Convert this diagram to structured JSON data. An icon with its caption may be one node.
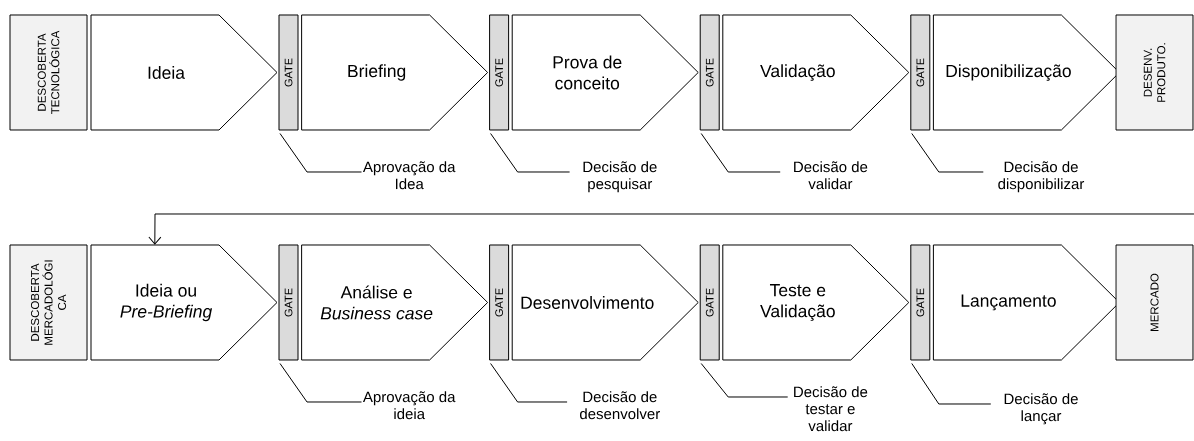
{
  "diagram": {
    "nodes": [
      {
        "text": [
          "DESCOBERTA TECNOLÓGICA"
        ]
      },
      {
        "text": [
          "Ideia"
        ]
      },
      {
        "text": [
          "GATE"
        ]
      },
      {
        "text": [
          "Briefing"
        ]
      },
      {
        "text": [
          "GATE"
        ]
      },
      {
        "text": [
          "Prova de conceito"
        ]
      },
      {
        "text": [
          "GATE"
        ]
      },
      {
        "text": [
          "Validação"
        ]
      },
      {
        "text": [
          "GATE"
        ]
      },
      {
        "text": [
          "Disponibilização"
        ]
      },
      {
        "text": [
          "DESENV. PRODUTO."
        ]
      },
      {
        "text": [
          "Aprovação da Idea"
        ]
      },
      {
        "text": [
          "Decisão de pesquisar"
        ]
      },
      {
        "text": [
          "Decisão de validar"
        ]
      },
      {
        "text": [
          "Decisão de disponibilizar"
        ]
      },
      {
        "text": [
          "DESCOBERTA MERCADOLÓGI CA"
        ]
      },
      {
        "text": [
          "Ideia ou *Pre-Briefing*"
        ]
      },
      {
        "text": [
          "GATE"
        ]
      },
      {
        "text": [
          "Análise e *Business case*"
        ]
      },
      {
        "text": [
          "GATE"
        ]
      },
      {
        "text": [
          "Desenvolvimento"
        ]
      },
      {
        "text": [
          "GATE"
        ]
      },
      {
        "text": [
          "Teste e Validação"
        ]
      },
      {
        "text": [
          "GATE"
        ]
      },
      {
        "text": [
          "Lançamento"
        ]
      },
      {
        "text": [
          "MERCADO"
        ]
      },
      {
        "text": [
          "Aprovação da ideia"
        ]
      },
      {
        "text": [
          "Decisão de desenvolver"
        ]
      },
      {
        "text": [
          "Decisão de testar e validar"
        ]
      },
      {
        "text": [
          "Decisão de lançar"
        ]
      }
    ],
    "edges": [
      {
        "from": 11,
        "to": 2,
        "arrow": "none"
      },
      {
        "from": 12,
        "to": 4,
        "arrow": "none"
      },
      {
        "from": 13,
        "to": 6,
        "arrow": "none"
      },
      {
        "from": 14,
        "to": 8,
        "arrow": "none"
      },
      {
        "from": null,
        "to": 16,
        "arrow": "to"
      },
      {
        "from": 26,
        "to": 17,
        "arrow": "none"
      },
      {
        "from": 27,
        "to": 19,
        "arrow": "none"
      },
      {
        "from": 28,
        "to": 21,
        "arrow": "none"
      },
      {
        "from": 29,
        "to": 23,
        "arrow": "none"
      }
    ]
  }
}
